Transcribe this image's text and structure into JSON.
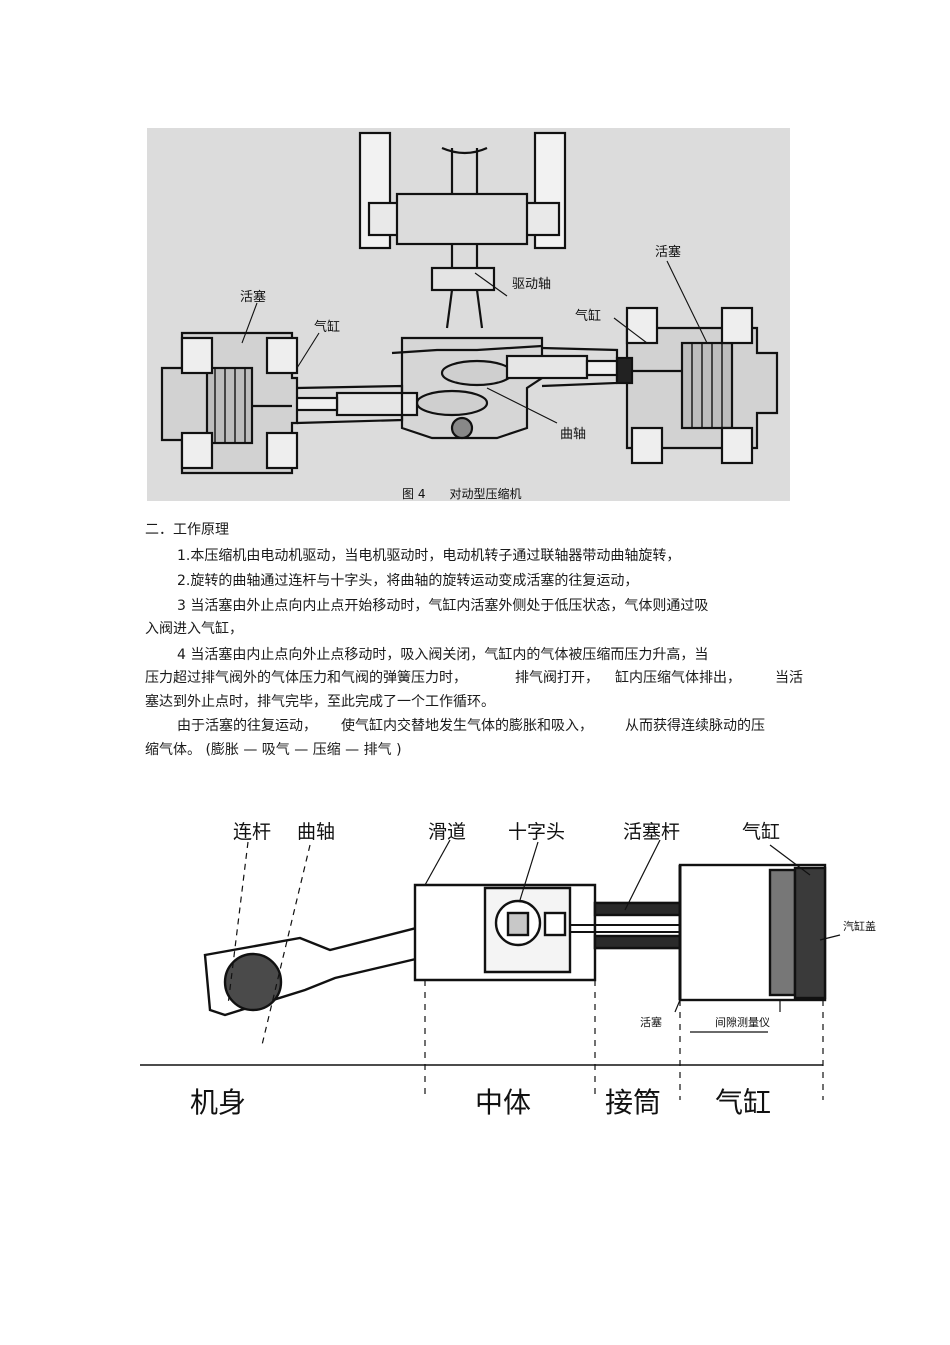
{
  "figure1": {
    "label_piston_right": "活塞",
    "label_drive_shaft": "驱动轴",
    "label_piston_left": "活塞",
    "label_cylinder_left": "气缸",
    "label_cylinder_right": "气缸",
    "label_crankshaft": "曲轴",
    "caption": "图 4　　对动型压缩机"
  },
  "section": {
    "heading": "二．工作原理",
    "p1": "1.本压缩机由电动机驱动，当电机驱动时，电动机转子通过联轴器带动曲轴旋转，",
    "p2": "2.旋转的曲轴通过连杆与十字头，将曲轴的旋转运动变成活塞的往复运动，",
    "p3_line1": "3 当活塞由外止点向内止点开始移动时，气缸内活塞外侧处于低压状态，气体则通过吸",
    "p3_line2": "入阀进入气缸，",
    "p4_line1": "4 当活塞由内止点向外止点移动时，吸入阀关闭，气缸内的气体被压缩而压力升高，当",
    "p4_line2a": "压力超过排气阀外的气体压力和气阀的弹簧压力时，",
    "p4_line2b": "排气阀打开，",
    "p4_line2c": "缸内压缩气体排出，",
    "p4_line2d": "当活",
    "p4_line3": "塞达到外止点时，排气完毕，至此完成了一个工作循环。",
    "p5_line1a": "由于活塞的往复运动，",
    "p5_line1b": "使气缸内交替地发生气体的膨胀和吸入，",
    "p5_line1c": "从而获得连续脉动的压",
    "p5_line2": "缩气体。 (膨胀 — 吸气 — 压缩 — 排气 )"
  },
  "figure2": {
    "label_connecting_rod": "连杆",
    "label_crankshaft": "曲轴",
    "label_slideway": "滑道",
    "label_crosshead": "十字头",
    "label_piston_rod": "活塞杆",
    "label_cylinder": "气缸",
    "label_cylinder_cover": "汽缸盖",
    "label_piston": "活塞",
    "label_clearance_gauge": "间隙测量仪",
    "section_frame": "机身",
    "section_middle": "中体",
    "section_connector": "接筒",
    "section_cylinder": "气缸"
  }
}
